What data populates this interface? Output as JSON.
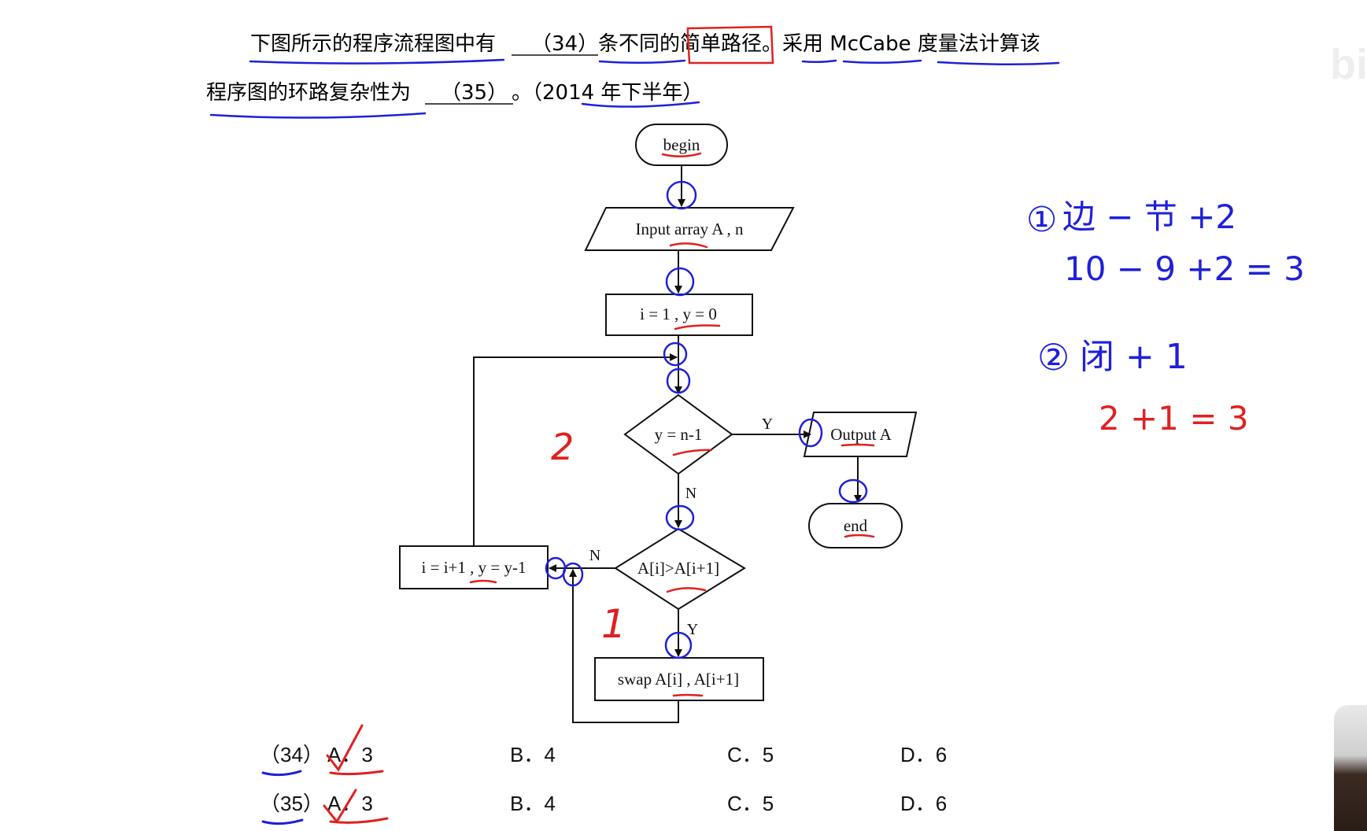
{
  "question": {
    "line1": {
      "part1": "下图所示的程序流程图中有",
      "blank34": "（34）",
      "part2": "条不同的简单路径。采用 McCabe 度量法计算该"
    },
    "line2": {
      "part1": "程序图的环路复杂性为",
      "blank35": "（35）",
      "part2": "。（2014 年下半年）"
    }
  },
  "flowchart": {
    "begin": "begin",
    "input": "Input array A , n",
    "init": "i = 1 , y = 0",
    "cond1": "y = n-1",
    "cond1_yes": "Y",
    "cond1_no": "N",
    "output": "Output A",
    "end": "end",
    "cond2": "A[i]>A[i+1]",
    "cond2_yes": "Y",
    "cond2_no": "N",
    "increment": "i = i+1 , y = y-1",
    "swap": "swap A[i] , A[i+1]"
  },
  "options": [
    {
      "num": "（34）",
      "a": "A．3",
      "b": "B．4",
      "c": "C．5",
      "d": "D．6"
    },
    {
      "num": "（35）",
      "a": "A．3",
      "b": "B．4",
      "c": "C．5",
      "d": "D．6"
    }
  ],
  "annotations": {
    "note1_line1_num": "①",
    "note1_line1_text": "边 − 节 +2",
    "note1_line2": "10 − 9 +2 = 3",
    "note2_line1_num": "②",
    "note2_line1_text": "闭 + 1",
    "note2_line2": "2 +1 = 3",
    "region_label_2": "2",
    "region_label_1": "1"
  },
  "colors": {
    "pen_red": "#e02020",
    "pen_blue": "#2020d8",
    "ink": "#111111"
  }
}
